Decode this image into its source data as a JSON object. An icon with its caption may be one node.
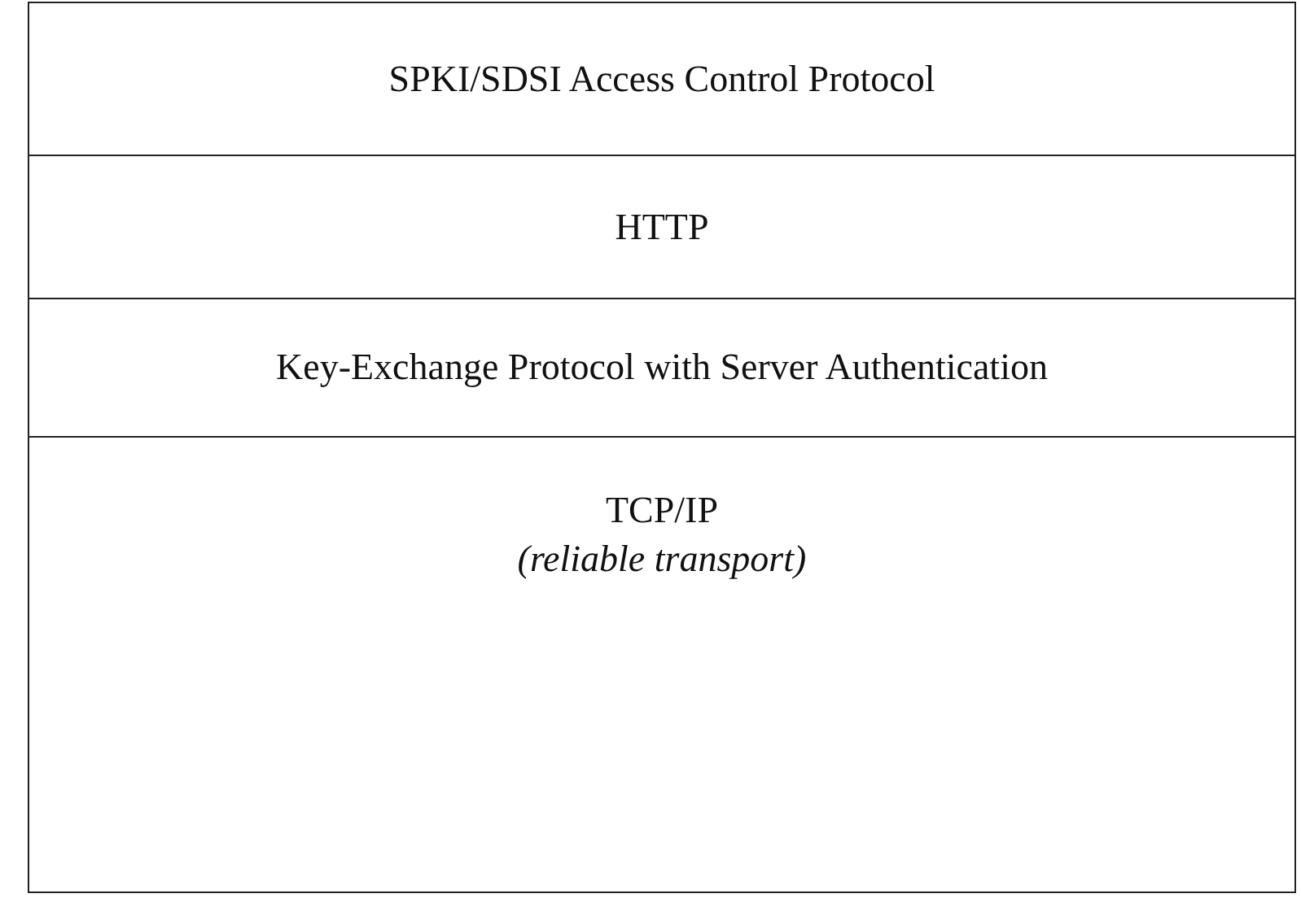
{
  "diagram": {
    "nodes": [
      {
        "text": [
          "SPKI/SDSI Access Control Protocol"
        ]
      },
      {
        "text": [
          "HTTP"
        ]
      },
      {
        "text": [
          "Key-Exchange Protocol with Server Authentication"
        ]
      },
      {
        "text": [
          "TCP/IP",
          "(reliable transport)"
        ]
      }
    ]
  }
}
